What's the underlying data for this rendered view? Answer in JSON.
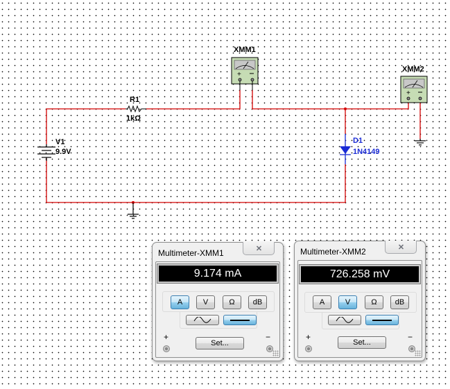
{
  "schematic": {
    "components": {
      "xmm1": {
        "label": "XMM1"
      },
      "xmm2": {
        "label": "XMM2"
      },
      "r1": {
        "ref": "R1",
        "value": "1kΩ"
      },
      "v1": {
        "ref": "V1",
        "value": "9.9V"
      },
      "d1": {
        "ref": "D1",
        "value": "1N4149"
      }
    },
    "colors": {
      "wire": "#d40000",
      "diode": "#1a2bd6",
      "meter_body": "#c6dcb4"
    }
  },
  "multimeters": [
    {
      "title": "Multimeter-XMM1",
      "close_label": "✕",
      "reading": "9.174 mA",
      "modes": [
        "A",
        "V",
        "Ω",
        "dB"
      ],
      "active_mode": "A",
      "coupling": [
        "ac",
        "dc"
      ],
      "active_coupling": "dc",
      "set_label": "Set...",
      "plus_label": "+",
      "minus_label": "−"
    },
    {
      "title": "Multimeter-XMM2",
      "close_label": "✕",
      "reading": "726.258 mV",
      "modes": [
        "A",
        "V",
        "Ω",
        "dB"
      ],
      "active_mode": "V",
      "coupling": [
        "ac",
        "dc"
      ],
      "active_coupling": "dc",
      "set_label": "Set...",
      "plus_label": "+",
      "minus_label": "−"
    }
  ]
}
